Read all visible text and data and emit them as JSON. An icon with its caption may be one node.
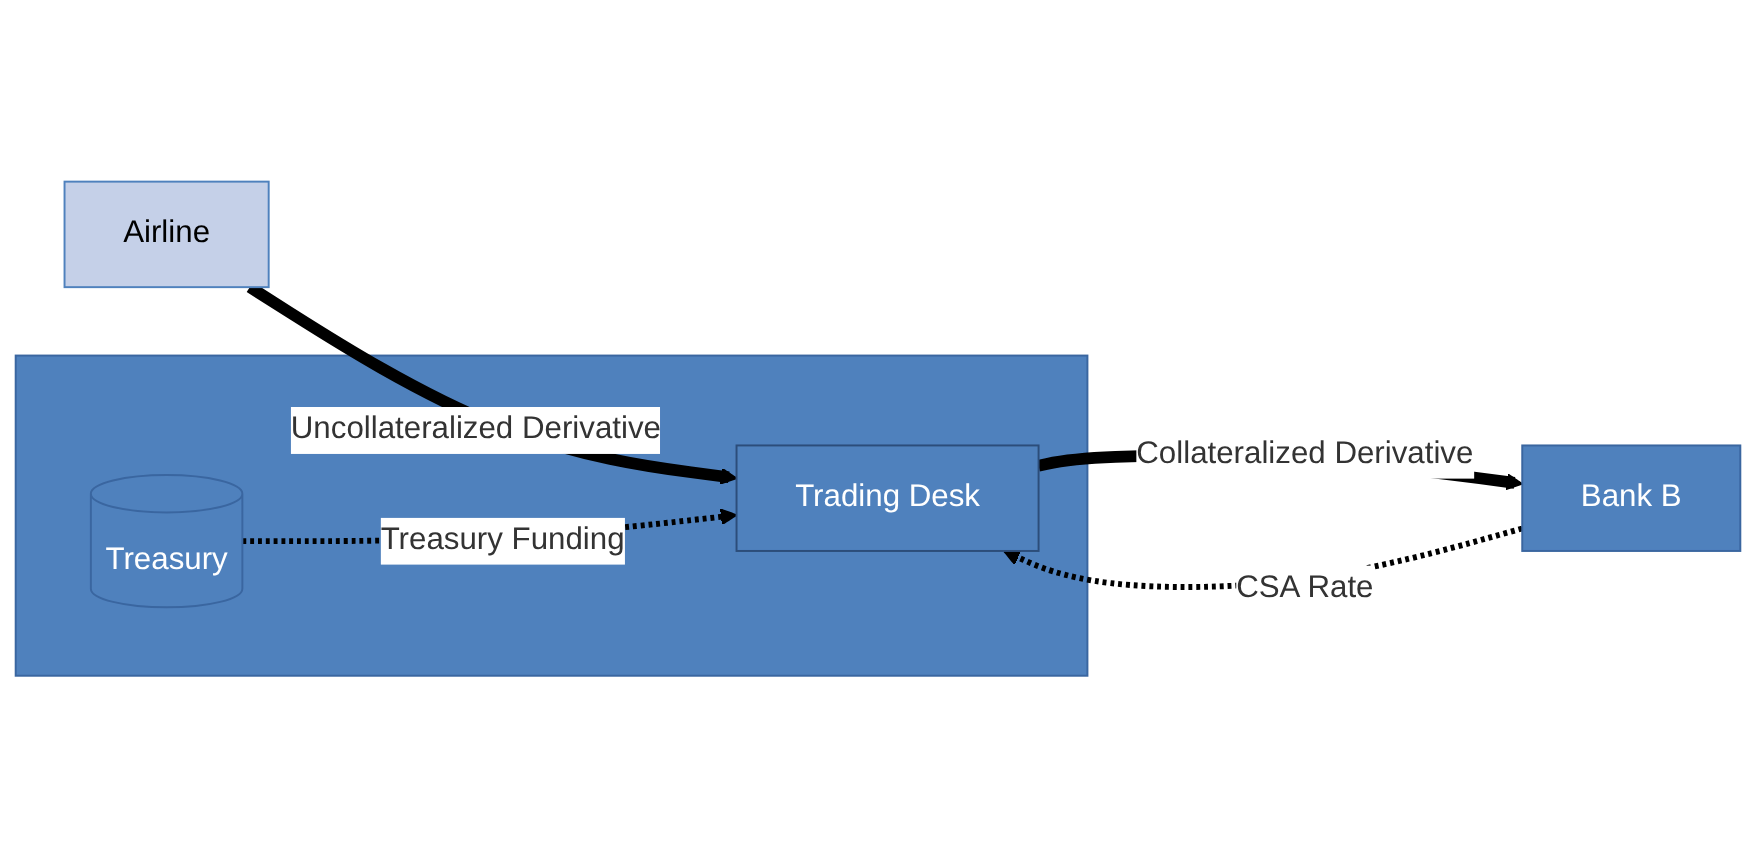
{
  "diagram": {
    "nodes": [
      {
        "text": [],
        "shape": "box"
      },
      {
        "text": [
          "Treasury"
        ],
        "in": 0
      },
      {
        "text": [
          "Trading Desk"
        ],
        "in": 0
      },
      {
        "text": [
          "Airline"
        ]
      },
      {
        "text": [
          "Bank B"
        ]
      }
    ],
    "edges": [
      {
        "from": 3,
        "to": 2,
        "arrow": "to",
        "label": "Uncollateralized Derivative",
        "style": "thick"
      },
      {
        "from": 1,
        "to": 2,
        "arrow": "to",
        "label": "Treasury Funding",
        "style": "dashed"
      },
      {
        "from": 2,
        "to": 4,
        "arrow": "to",
        "label": "Collateralized Derivative",
        "style": "thick"
      },
      {
        "from": 4,
        "to": 2,
        "arrow": "to",
        "label": "CSA Rate",
        "style": "dashed"
      }
    ]
  }
}
